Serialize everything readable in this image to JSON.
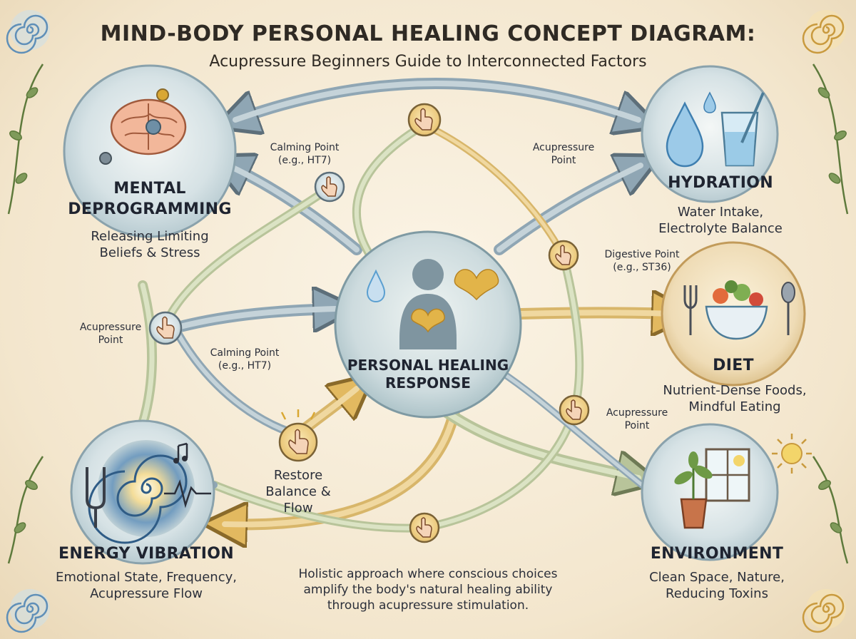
{
  "title": "MIND-BODY PERSONAL HEALING CONCEPT DIAGRAM:",
  "subtitle": "Acupressure Beginners Guide to Interconnected Factors",
  "center": {
    "title_line1": "PERSONAL HEALING",
    "title_line2": "RESPONSE"
  },
  "nodes": {
    "mental": {
      "title_line1": "MENTAL",
      "title_line2": "DEPROGRAMMING",
      "desc_line1": "Releasing Limiting",
      "desc_line2": "Beliefs & Stress"
    },
    "hydration": {
      "title": "HYDRATION",
      "desc_line1": "Water Intake,",
      "desc_line2": "Electrolyte Balance"
    },
    "diet": {
      "title": "DIET",
      "desc_line1": "Nutrient-Dense Foods,",
      "desc_line2": "Mindful Eating"
    },
    "energy": {
      "title": "ENERGY VIBRATION",
      "desc_line1": "Emotional State, Frequency,",
      "desc_line2": "Acupressure Flow"
    },
    "environment": {
      "title": "ENVIRONMENT",
      "desc_line1": "Clean Space, Nature,",
      "desc_line2": "Reducing Toxins"
    }
  },
  "points": {
    "calming_top": {
      "line1": "Calming Point",
      "line2": "(e.g., HT7)"
    },
    "acupressure_top": {
      "line1": "Acupressure",
      "line2": "Point"
    },
    "acupressure_left": {
      "line1": "Acupressure",
      "line2": "Point"
    },
    "calming_left": {
      "line1": "Calming Point",
      "line2": "(e.g., HT7)"
    },
    "digestive": {
      "line1": "Digestive Point",
      "line2": "(e.g., ST36)"
    },
    "acupressure_right": {
      "line1": "Acupressure",
      "line2": "Point"
    }
  },
  "restore": {
    "line1": "Restore",
    "line2": "Balance &",
    "line3": "Flow"
  },
  "footer": {
    "line1": "Holistic approach where conscious choices",
    "line2": "amplify the body's natural healing ability",
    "line3": "through acupressure stimulation."
  },
  "colors": {
    "flow_blue": "#8fa6b4",
    "flow_green": "#b8c49a",
    "flow_gold": "#d8b66a",
    "node_fill": "#dde6e8",
    "point_fill": "#f3d58e",
    "heart": "#d9a733",
    "water": "#5b9fd0"
  },
  "icons": [
    "brain-gears-icon",
    "water-drop-icon",
    "water-glass-icon",
    "salad-bowl-icon",
    "fork-icon",
    "spoon-icon",
    "tuning-fork-icon",
    "spiral-icon",
    "music-note-icon",
    "plant-pot-icon",
    "window-icon",
    "sun-icon",
    "person-silhouette-icon",
    "heart-icon",
    "pointing-hand-icon",
    "spiral-corner-icon",
    "vine-icon"
  ]
}
